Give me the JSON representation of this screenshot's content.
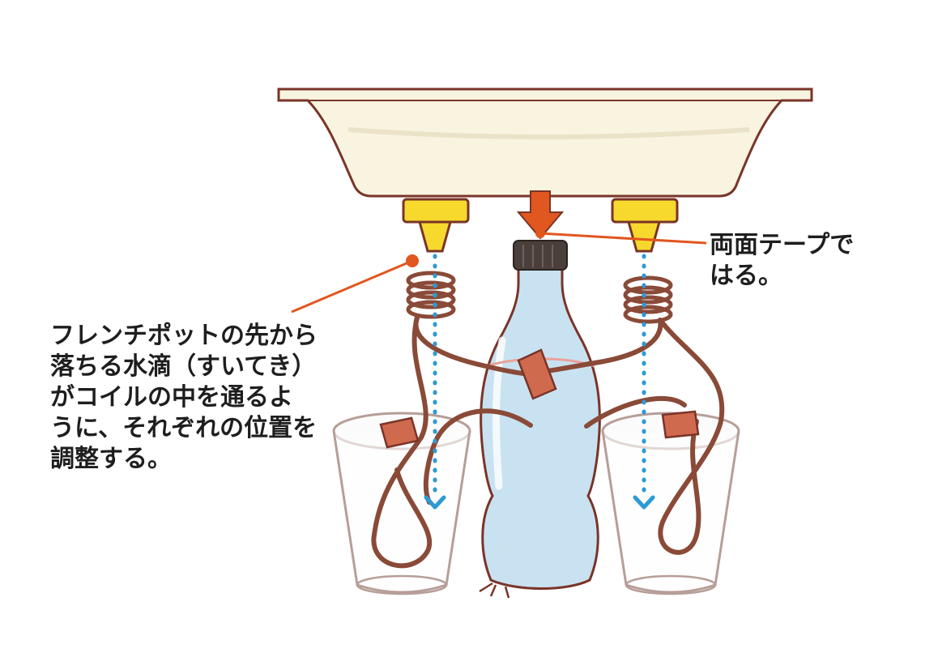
{
  "callouts": {
    "tape": {
      "lines": [
        "両面テープで",
        "はる。"
      ]
    },
    "coil": {
      "lines": [
        "フレンチポットの先から",
        "落ちる水滴（すいてき）",
        "がコイルの中を通るよ",
        "うに、それぞれの位置を",
        "調整する。"
      ]
    }
  },
  "colors": {
    "outline": "#7a3428",
    "leader_line": "#e0571f",
    "arrow": "#e0571f",
    "drip_dots": "#2d9ad6",
    "tray_fill": "#f8f4df",
    "nozzle_fill": "#f6d92c",
    "bottle_fill": "#c9e2f1",
    "cap_fill": "#4a3f3a",
    "wire": "#8a4a38",
    "tape": "#d06a4e",
    "cup_outline": "#b79e98"
  },
  "icons": {
    "down_arrow": "down-arrow-icon",
    "chevron": "chevron-down-icon"
  }
}
